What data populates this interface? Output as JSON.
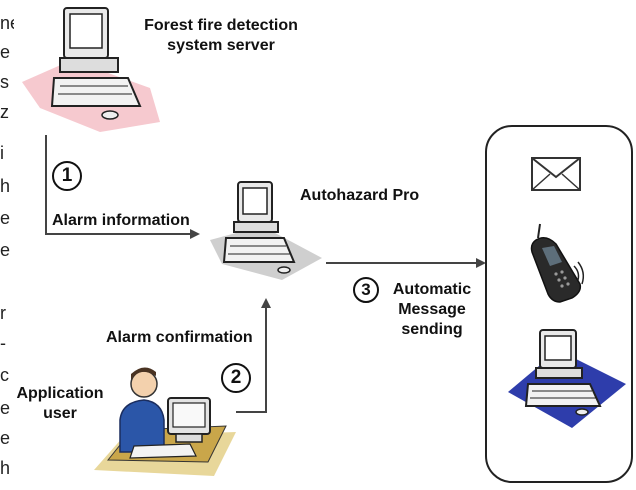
{
  "nodes": {
    "server": {
      "label": "Forest fire detection system server"
    },
    "autohazard": {
      "label": "Autohazard Pro"
    },
    "app_user": {
      "label": "Application user"
    }
  },
  "arrows": {
    "alarm_information": {
      "number": "1",
      "label": "Alarm information"
    },
    "alarm_confirmation": {
      "number": "2",
      "label": "Alarm confirmation"
    },
    "automatic_sending": {
      "number": "3",
      "label": "Automatic Message sending"
    }
  },
  "outputs": {
    "icons": [
      "envelope-icon",
      "mobile-phone-icon",
      "computer-icon"
    ]
  },
  "left_edge_text": [
    "ne",
    "e",
    "s",
    "z",
    "i",
    "h",
    "e",
    "e",
    "",
    "r",
    "-",
    "c",
    "e",
    "e",
    "h"
  ]
}
